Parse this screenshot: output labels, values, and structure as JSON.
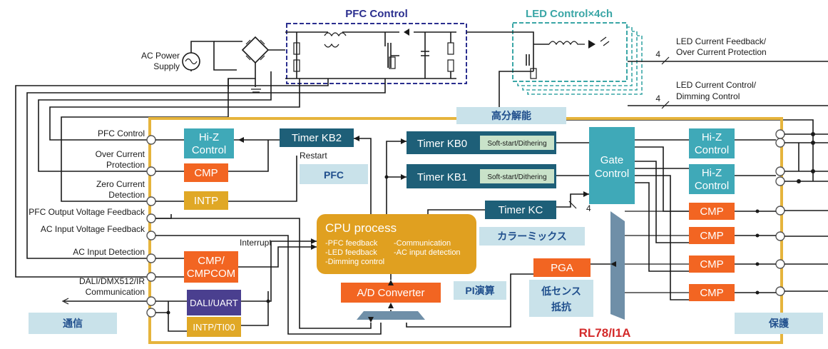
{
  "titles": {
    "pfc_control": "PFC Control",
    "led_control": "LED Control×4ch"
  },
  "power": {
    "ac_supply_l1": "AC Power",
    "ac_supply_l2": "Supply"
  },
  "outputs": {
    "led_fb_l1": "LED Current Feedback/",
    "led_fb_l2": "Over Current Protection",
    "led_ctrl_l1": "LED Current Control/",
    "led_ctrl_l2": "Dimming Control",
    "bus_width_1": "4",
    "bus_width_2": "4",
    "bus_width_3": "4"
  },
  "tags": {
    "high_resolution": "高分解能",
    "pfc": "PFC",
    "color_mix": "カラーミックス",
    "pi_calc": "PI演算",
    "low_sense_l1": "低センス",
    "low_sense_l2": "抵抗",
    "comm": "通信",
    "protection": "保護"
  },
  "chip": {
    "name": "RL78/I1A"
  },
  "pins": {
    "pfc_control": "PFC Control",
    "ocp_l1": "Over Current",
    "ocp_l2": "Protection",
    "zcd_l1": "Zero Current",
    "zcd_l2": "Detection",
    "pfc_out_fb": "PFC Output Voltage Feedback",
    "ac_in_fb": "AC Input Voltage Feedback",
    "ac_in_det": "AC Input Detection",
    "dali_l1": "DALI/DMX512/IR",
    "dali_l2": "Communication"
  },
  "blocks": {
    "hiz_left_l1": "Hi-Z",
    "hiz_left_l2": "Control",
    "timer_kb2": "Timer KB2",
    "restart": "Restart",
    "cmp_left": "CMP",
    "intp": "INTP",
    "timer_kb0": "Timer KB0",
    "timer_kb1": "Timer KB1",
    "soft_start_0": "Soft-start/Dithering",
    "soft_start_1": "Soft-start/Dithering",
    "gate_l1": "Gate",
    "gate_l2": "Control",
    "hiz_r1_l1": "Hi-Z",
    "hiz_r1_l2": "Control",
    "hiz_r2_l1": "Hi-Z",
    "hiz_r2_l2": "Control",
    "timer_kc": "Timer KC",
    "cpu_title": "CPU process",
    "cpu_i1": "-PFC feedback",
    "cpu_i2": "-Communication",
    "cpu_i3": "-LED feedback",
    "cpu_i4": "-AC input detection",
    "cpu_i5": "-Dimming control",
    "interrupt": "Interrupt",
    "cmpcom_l1": "CMP/",
    "cmpcom_l2": "CMPCOM",
    "dali_uart": "DALI/UART",
    "intp_ti00": "INTP/TI00",
    "adc": "A/D Converter",
    "pga": "PGA",
    "cmp_r1": "CMP",
    "cmp_r2": "CMP",
    "cmp_r3": "CMP",
    "cmp_r4": "CMP"
  },
  "colors": {
    "teal_block": "#3fa9b8",
    "dark_teal": "#1e5f78",
    "orange": "#f26522",
    "gold": "#e0a826",
    "cpu_gold": "#e0a020",
    "purple": "#4a3f8f",
    "chip_border": "#e6b43c",
    "tag_bg": "#c9e2ea",
    "tag_text": "#1f4e8c",
    "pfc_dash": "#2b2f8f",
    "led_dash": "#3aa6a6",
    "chip_name": "#d42a2a",
    "mux": "#6f8fa8"
  }
}
